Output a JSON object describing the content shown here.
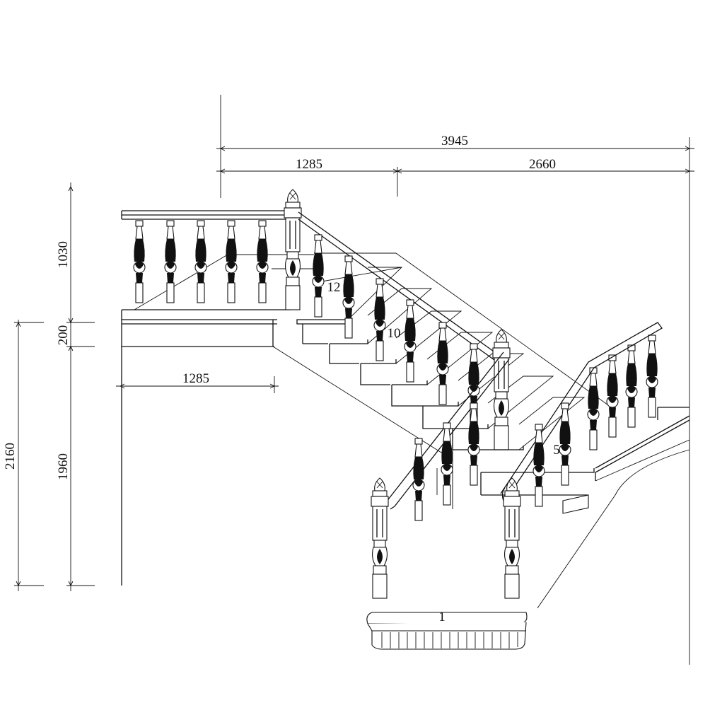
{
  "dimensions": {
    "total_width": "3945",
    "upper_run_width": "1285",
    "lower_run_width": "2660",
    "landing_width": "1285",
    "total_height": "2160",
    "railing_height": "1030",
    "landing_thickness": "200",
    "lower_height": "1960"
  },
  "step_labels": {
    "step_12": "12",
    "step_10": "10",
    "step_5": "5",
    "step_1": "1"
  }
}
